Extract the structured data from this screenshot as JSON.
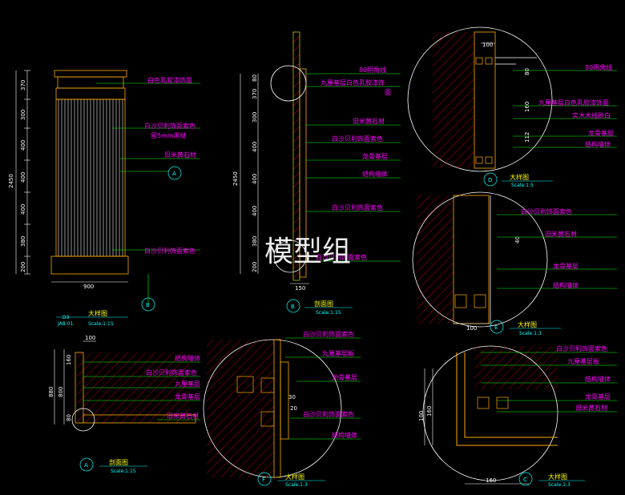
{
  "watermark": "模型组",
  "colors": {
    "background": "#000000",
    "label": "#ff00ff",
    "leader": "#00ff00",
    "dimension": "#ffffff",
    "frame": "#00ffff",
    "hatch": "#ff0000",
    "accent": "#ffff00"
  },
  "view_a": {
    "title": "大样图",
    "scale": "Scale:1:15",
    "ref_top": "D3",
    "ref_bottom": "JA8-01",
    "tag_mark": "B",
    "labels": [
      "白色乳胶漆饰面",
      "白沙贝利饰面索色",
      "留5mm黑缝",
      "旧米黄石材",
      "白沙贝利饰面索色"
    ],
    "dims_v": [
      "370",
      "300",
      "400",
      "400",
      "400",
      "380",
      "200"
    ],
    "dim_total": "2450",
    "dim_width": "900",
    "callout": "A"
  },
  "view_b": {
    "title": "剖面图",
    "scale": "Scale:1:15",
    "tag_mark": "B",
    "labels": [
      "80阴角线",
      "九厘基层白色乳胶漆饰",
      "面",
      "旧米黄石材",
      "白沙贝利饰面索色",
      "龙骨基层",
      "结构墙体",
      "白沙贝利饰面索色",
      "白沙贝利饰面索色"
    ],
    "dims_v": [
      "80",
      "370",
      "300",
      "400",
      "400",
      "400",
      "380",
      "200"
    ],
    "dim_total": "2450",
    "dim_width": "150"
  },
  "view_d": {
    "title": "大样图",
    "scale": "Scale:1:5",
    "tag_mark": "D",
    "labels": [
      "80阴角线",
      "九厘基层白色乳胶漆饰面",
      "实木木线刷白",
      "龙骨基层",
      "结构墙体"
    ],
    "dims": [
      "100",
      "80",
      "160",
      "112"
    ]
  },
  "view_e": {
    "title": "大样图",
    "scale": "Scale:1:3",
    "tag_mark": "E",
    "labels": [
      "白沙贝利饰面索色",
      "旧米黄石材",
      "龙骨基层",
      "结构墙体"
    ],
    "dims": [
      "40",
      "100"
    ]
  },
  "view_a2": {
    "title": "剖面图",
    "scale": "Scale:1:15",
    "tag_mark": "A",
    "labels": [
      "结构墙体",
      "白沙贝利饰面索色",
      "九厘基层",
      "龙骨基层",
      "旧米黄石材"
    ],
    "dims": [
      "100",
      "160",
      "880",
      "800",
      "80"
    ]
  },
  "view_f": {
    "title": "大样图",
    "scale": "Scale:1:3",
    "tag_mark": "F",
    "labels": [
      "白沙贝利饰面索色",
      "九厘基层板",
      "龙骨基层",
      "白沙贝利饰面索色",
      "结构墙体"
    ],
    "dims": [
      "30",
      "20"
    ]
  },
  "view_c": {
    "title": "大样图",
    "scale": "Scale:1:3",
    "tag_mark": "C",
    "labels": [
      "白沙贝利饰面索色",
      "九厘基层板",
      "结构墙体",
      "龙骨基层",
      "旧米黄石材"
    ],
    "dims": [
      "100",
      "160",
      "160"
    ]
  }
}
